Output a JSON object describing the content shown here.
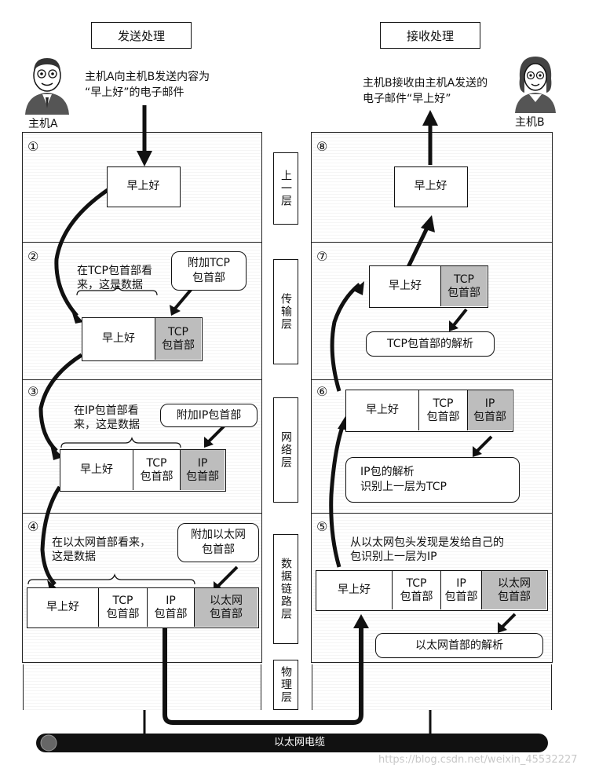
{
  "headers": {
    "send": "发送处理",
    "receive": "接收处理"
  },
  "hostA": {
    "label": "主机A",
    "caption": [
      "主机A向主机B发送内容为",
      "“早上好”的电子邮件"
    ]
  },
  "hostB": {
    "label": "主机B",
    "caption": [
      "主机B接收由主机A发送的",
      "电子邮件“早上好”"
    ]
  },
  "layers": [
    "上一层",
    "传输层",
    "网络层",
    "数据链路层",
    "物理层"
  ],
  "steps": {
    "s1": "①",
    "s2": "②",
    "s3": "③",
    "s4": "④",
    "s5": "⑤",
    "s6": "⑥",
    "s7": "⑦",
    "s8": "⑧"
  },
  "fields": {
    "data": "早上好",
    "tcp": "TCP\n包首部",
    "ip": "IP\n包首部",
    "eth": "以太网\n包首部"
  },
  "notes": {
    "tcp_view": "在TCP包首部看\n来，这是数据",
    "add_tcp": "附加TCP\n包首部",
    "ip_view": "在IP包首部看\n来，这是数据",
    "add_ip": "附加IP包首部",
    "eth_view": "在以太网首部看来，\n这是数据",
    "add_eth": "附加以太网\n包首部",
    "eth_parse_desc": "从以太网包头发现是发给自己的\n包识别上一层为IP",
    "eth_parse": "以太网首部的解析",
    "ip_parse": "IP包的解析\n识别上一层为TCP",
    "tcp_parse": "TCP包首部的解析"
  },
  "cable": "以太网电缆",
  "watermark": "https://blog.csdn.net/weixin_45532227"
}
